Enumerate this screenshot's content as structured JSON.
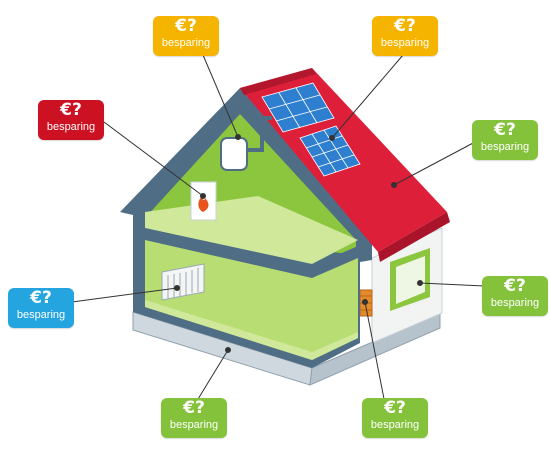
{
  "palette": {
    "yellow": "#f5b400",
    "red": "#cc1122",
    "green": "#85c23c",
    "blue": "#25a5e0",
    "roof": "#dd1f3a",
    "wall_frame": "#4f6e86",
    "interior": "#c9e68a",
    "interior_back": "#8cc63f"
  },
  "tags": {
    "boiler_top": {
      "symbol": "€?",
      "label": "besparing",
      "color": "yellow"
    },
    "solar_panels": {
      "symbol": "€?",
      "label": "besparing",
      "color": "yellow"
    },
    "heater": {
      "symbol": "€?",
      "label": "besparing",
      "color": "red"
    },
    "roof_insulation": {
      "symbol": "€?",
      "label": "besparing",
      "color": "green"
    },
    "radiator": {
      "symbol": "€?",
      "label": "besparing",
      "color": "blue"
    },
    "window_glass": {
      "symbol": "€?",
      "label": "besparing",
      "color": "green"
    },
    "floor_insulation": {
      "symbol": "€?",
      "label": "besparing",
      "color": "green"
    },
    "wall_insulation": {
      "symbol": "€?",
      "label": "besparing",
      "color": "green"
    }
  }
}
